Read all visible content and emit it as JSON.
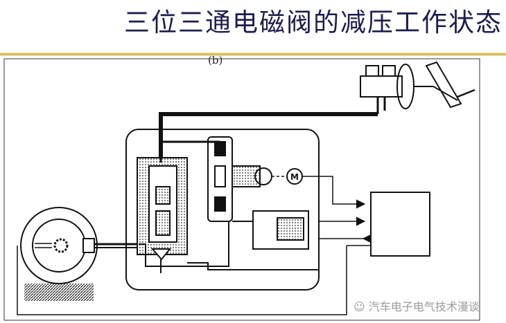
{
  "title": "三位三通电磁阀的减压工作状态",
  "diagram": {
    "subfigure_label": "(b)",
    "motor_label": "M"
  },
  "watermark": {
    "icon": "wechat-icon",
    "text": "汽车电子电气技术漫谈"
  }
}
